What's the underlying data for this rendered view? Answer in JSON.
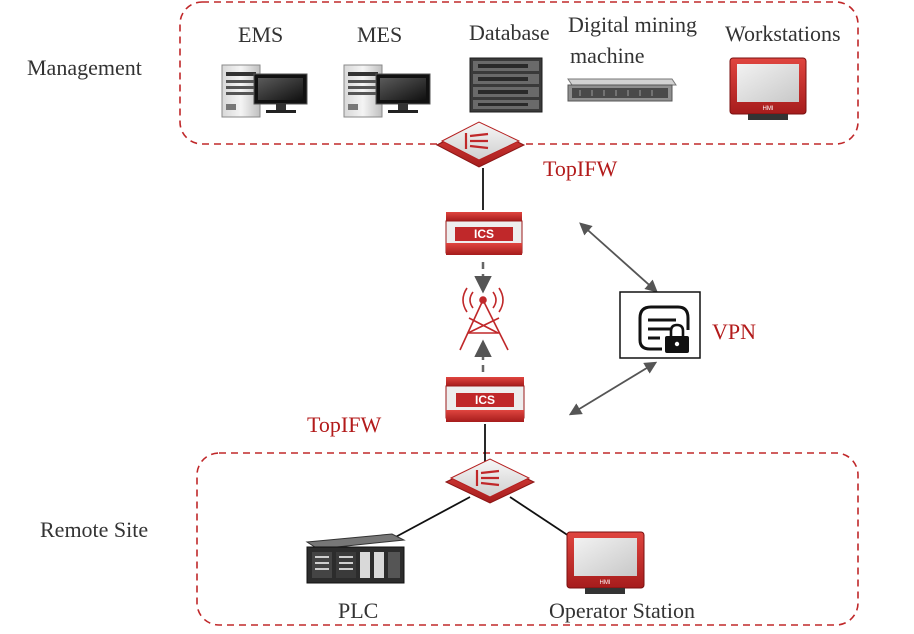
{
  "zones": {
    "management": "Management",
    "remote_site": "Remote Site"
  },
  "management_devices": {
    "ems": "EMS",
    "mes": "MES",
    "database": "Database",
    "digital_mining_line1": "Digital mining",
    "digital_mining_line2": "machine",
    "workstations": "Workstations"
  },
  "network": {
    "top_firewall_label": "TopIFW",
    "bottom_firewall_label": "TopIFW",
    "ics_label": "ICS",
    "vpn_label": "VPN",
    "hmi_label": "HMI"
  },
  "remote_devices": {
    "plc": "PLC",
    "operator_station": "Operator Station"
  },
  "colors": {
    "accent_red": "#c0282a",
    "zone_border": "#c0282a",
    "label_red": "#b31b1b",
    "text": "#333333"
  }
}
